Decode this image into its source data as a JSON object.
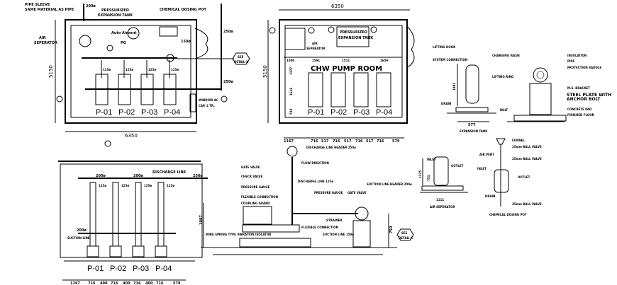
{
  "plan_schematic": {
    "pipe_sleeve": "PIPE SLEEVE",
    "same_material": "SAME MATERIAL AS PIPE",
    "pressurized": "PRESSURIZED",
    "expansion_tank": "EXPANSION TANK",
    "chemical_dosing_pot": "CHEMICAL DOSING POT",
    "air_separator_1": "AIR",
    "air_separator_2": "SEPERATOR",
    "auto_airvent": "Auto Airvent",
    "pg": "PG",
    "pipe_200": "200ø",
    "pipe_250": "250ø",
    "pipe_150": "150ø",
    "pipe_125": "125ø",
    "see": "SEE",
    "detail_x": "DETAIL-X",
    "window_ac": "WINDOW AC",
    "cap": "CAP. 2 TR.",
    "dim_width": "6350",
    "dim_height": "5150",
    "pumps": [
      "P-01",
      "P-02",
      "P-03",
      "P-04"
    ]
  },
  "plan_layout": {
    "title": "CHW PUMP ROOM",
    "dim_width": "6350",
    "dim_height": "5150",
    "pressurized": "PRESSURIZED",
    "expansion_tank": "EXPANSION TANK",
    "air_separator_1": "AIR",
    "air_separator_2": "SEPERATOR",
    "top_dims": [
      "1000",
      "1591",
      "1511",
      "1659"
    ],
    "side_dims": [
      "1177",
      "1616",
      "510"
    ],
    "bottom_dims": [
      "1167",
      "716",
      "517",
      "716",
      "517",
      "716",
      "517",
      "716",
      "579"
    ],
    "pumps": [
      "P-01",
      "P-02",
      "P-03",
      "P-04"
    ]
  },
  "expansion_tank_detail": {
    "lifting_hook": "LIFTING HOOK",
    "system_connection": "SYSTEM CONNECTION",
    "charging_valve": "CHARGING VALVE",
    "lifting_ring": "LIFTING RING",
    "drain": "DRAIN",
    "height": "1981",
    "base": "577",
    "caption": "EXPANSION TANK"
  },
  "pipe_support_detail": {
    "insulation": "INSULATION",
    "pipe": "PIPE",
    "protection_saddle": "PROTECTION SADDLE",
    "ms_bracket": "M.S. BRACKET",
    "steel_plate": "STEEL PLATE WITH ANCHOR BOLT",
    "concrete_pad": "CONCRETE PAD",
    "finished_floor": "FINISHED FLOOR",
    "bolt": "BOLT"
  },
  "elevation_pumps": {
    "discharge_line": "DISCHARGE LINE",
    "suction_line": "SUCTION LINE",
    "pipe_200": "200ø",
    "pipe_250": "250ø",
    "pipe_125": "125ø",
    "bottom_dims": [
      "1167",
      "716",
      "400",
      "716",
      "400",
      "716",
      "400",
      "716",
      "579"
    ],
    "pumps": [
      "P-01",
      "P-02",
      "P-03",
      "P-04"
    ]
  },
  "pump_section": {
    "discharge_header": "DISCHARGE LINE HEADER 250ø",
    "flow_direction": "FLOW DIRECTION",
    "gate_valve": "GATE VALVE",
    "check_valve": "CHECK VALVE",
    "pressure_gauge": "PRESSURE GAUGE",
    "discharge_line": "DISCHARGE LINE 125ø",
    "flexible_connection": "FLEXIBLE CONNECTION",
    "coupling_guard": "COUPLING GUARD",
    "spring_isolator": "WIRE SPRING TYPE VIBRATION ISOLATOR",
    "flexible_connection_2": "FLEXIBLE CONNECTION",
    "strainer": "STRAINER",
    "suction_line": "SUCTION LINE 150ø",
    "suction_header": "SUCTION LINE HEADER 200ø",
    "height": "1097",
    "stand_height": "750",
    "see": "SEE",
    "detail_x": "DETAIL-X"
  },
  "air_separator_detail": {
    "inlet": "INLET",
    "outlet": "OUTLET",
    "height": "1225",
    "inner": "751",
    "base": "1111",
    "caption": "AIR SEPERATOR"
  },
  "dosing_pot_detail": {
    "funnel": "FUNNEL",
    "valves": [
      "25mm BALL VALVE",
      "25mm BALL VALVE",
      "25mm BALL VALVE"
    ],
    "air_vent": "AIR VENT",
    "drain": "DRAIN",
    "inlet": "INLET",
    "outlet": "OUTLET",
    "caption": "CHEMICAL DOSING POT"
  }
}
